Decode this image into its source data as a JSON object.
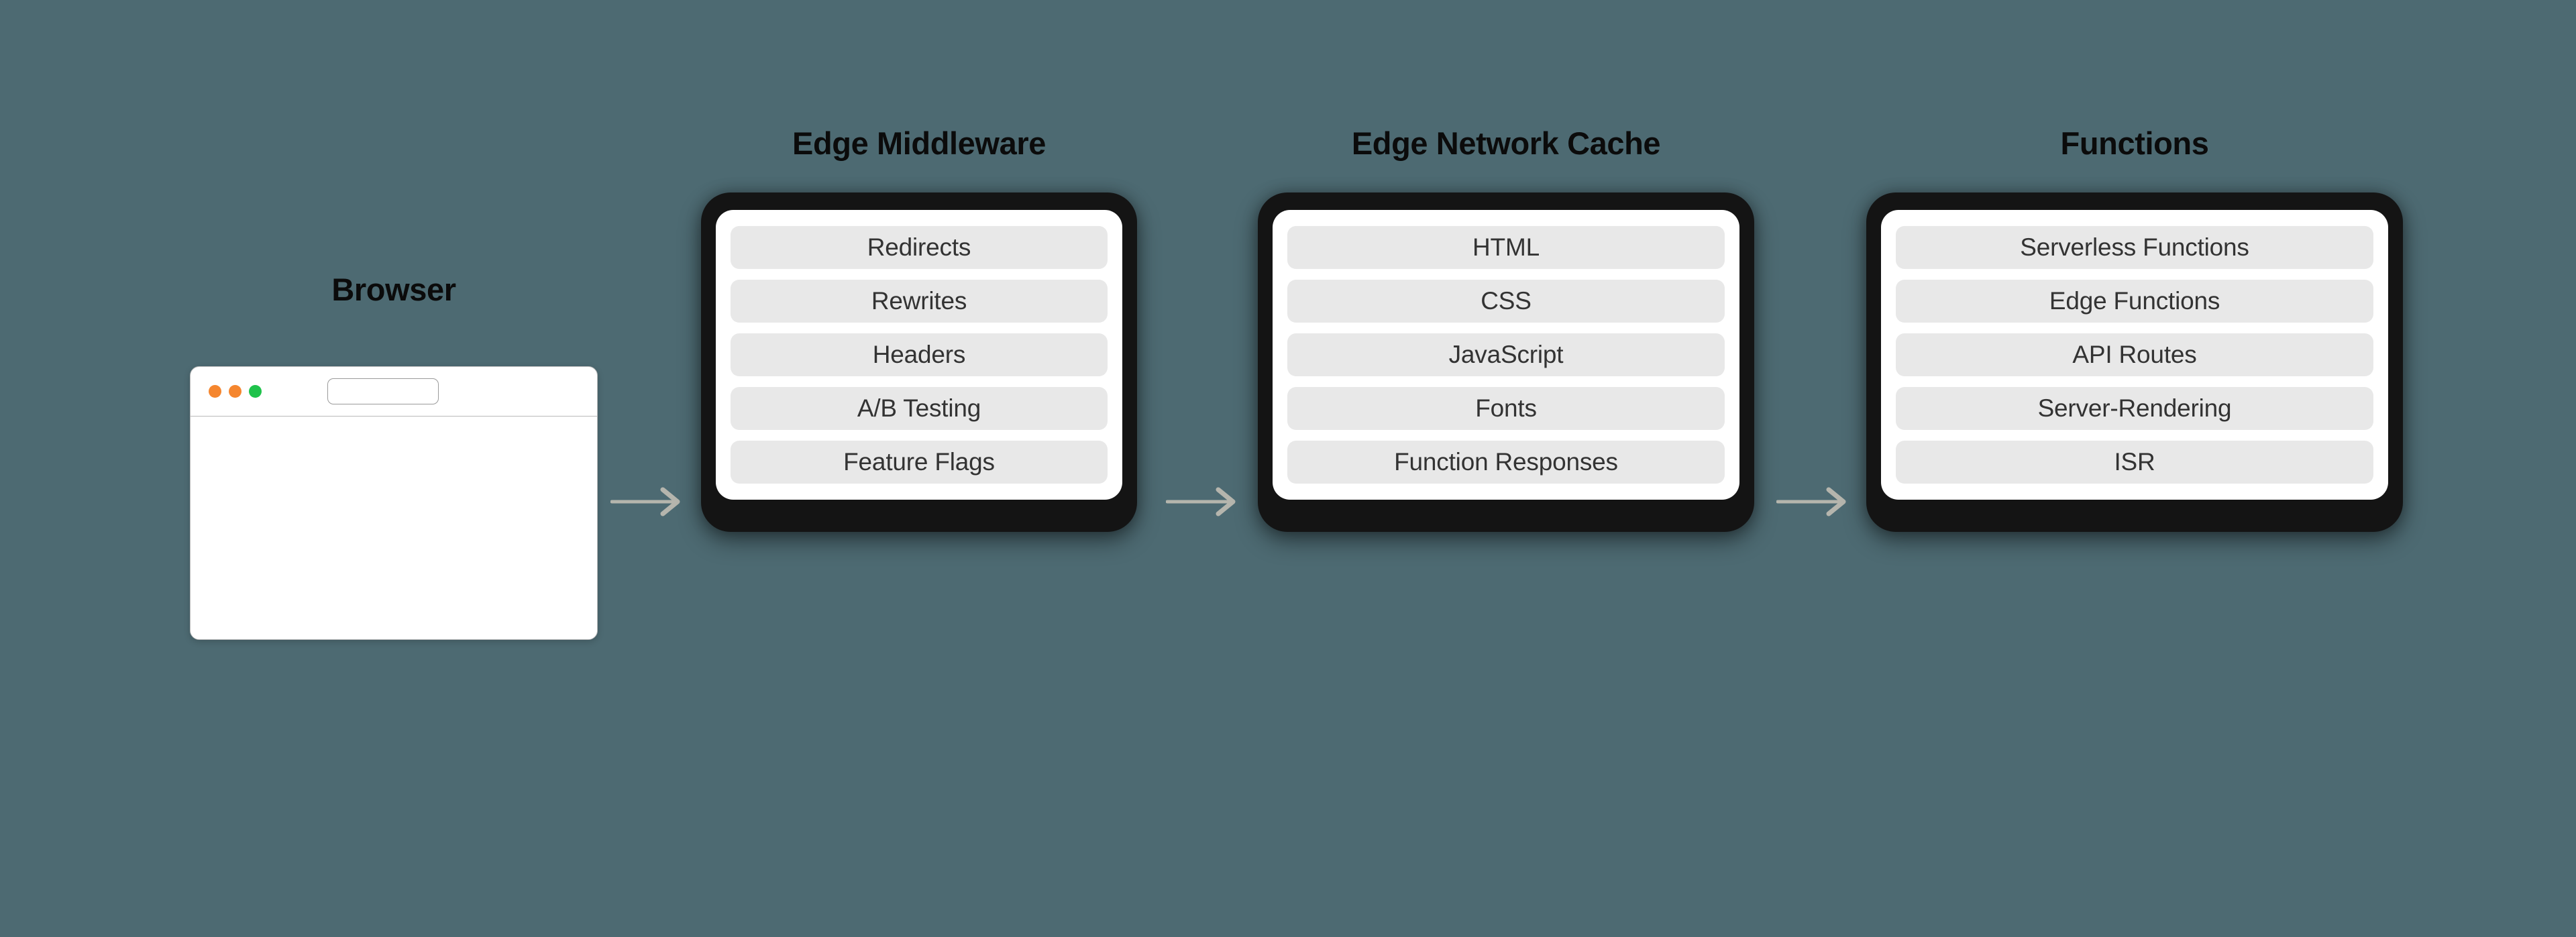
{
  "theme": {
    "background_color": "#4d6a72",
    "card_frame_color": "#141414",
    "card_inner_color": "#ffffff",
    "pill_color": "#e8e8e8",
    "pill_text_color": "#333333",
    "title_color": "#0b0b0b",
    "arrow_color": "#b5b5ad"
  },
  "browser": {
    "title": "Browser",
    "traffic_lights": [
      {
        "name": "traffic-light-close",
        "color": "#f5862e"
      },
      {
        "name": "traffic-light-minimize",
        "color": "#f5862e"
      },
      {
        "name": "traffic-light-zoom",
        "color": "#1fc24b"
      }
    ],
    "url_bar": {
      "value": "",
      "placeholder": ""
    }
  },
  "middleware": {
    "title": "Edge Middleware",
    "items": [
      "Redirects",
      "Rewrites",
      "Headers",
      "A/B Testing",
      "Feature Flags"
    ]
  },
  "cache": {
    "title": "Edge Network Cache",
    "items": [
      "HTML",
      "CSS",
      "JavaScript",
      "Fonts",
      "Function Responses"
    ]
  },
  "functions": {
    "title": "Functions",
    "items": [
      "Serverless Functions",
      "Edge Functions",
      "API Routes",
      "Server-Rendering",
      "ISR"
    ]
  },
  "arrows": [
    {
      "name": "arrow-browser-to-middleware",
      "direction": "right"
    },
    {
      "name": "arrow-middleware-to-cache",
      "direction": "right"
    },
    {
      "name": "arrow-cache-to-functions",
      "direction": "right"
    }
  ]
}
